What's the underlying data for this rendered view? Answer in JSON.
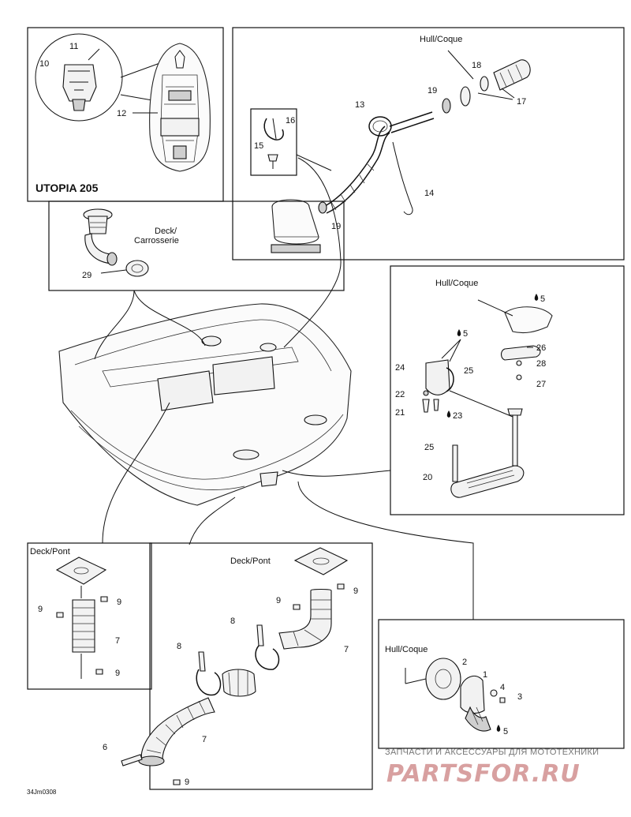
{
  "model": "UTOPIA 205",
  "drawing_code": "34Jm0308",
  "watermark": {
    "line1": "ЗАПЧАСТИ И АКСЕССУАРЫ ДЛЯ МОТОТЕХНИКИ",
    "line2": "PARTSFOR.RU"
  },
  "surfaces": {
    "hull_coque": "Hull/Coque",
    "deck": "Deck/",
    "carrosserie": "Carrosserie",
    "deck_pont": "Deck/Pont"
  },
  "callouts": {
    "p1": "1",
    "p2": "2",
    "p3": "3",
    "p4": "4",
    "p5": "5",
    "p6": "6",
    "p7": "7",
    "p8": "8",
    "p9": "9",
    "p10": "10",
    "p11": "11",
    "p12": "12",
    "p13": "13",
    "p14": "14",
    "p15": "15",
    "p16": "16",
    "p17": "17",
    "p18": "18",
    "p19": "19",
    "p20": "20",
    "p21": "21",
    "p22": "22",
    "p23": "23",
    "p24": "24",
    "p25": "25",
    "p26": "26",
    "p27": "27",
    "p28": "28",
    "p29": "29"
  },
  "icons": [
    "sealant-drop-icon"
  ]
}
